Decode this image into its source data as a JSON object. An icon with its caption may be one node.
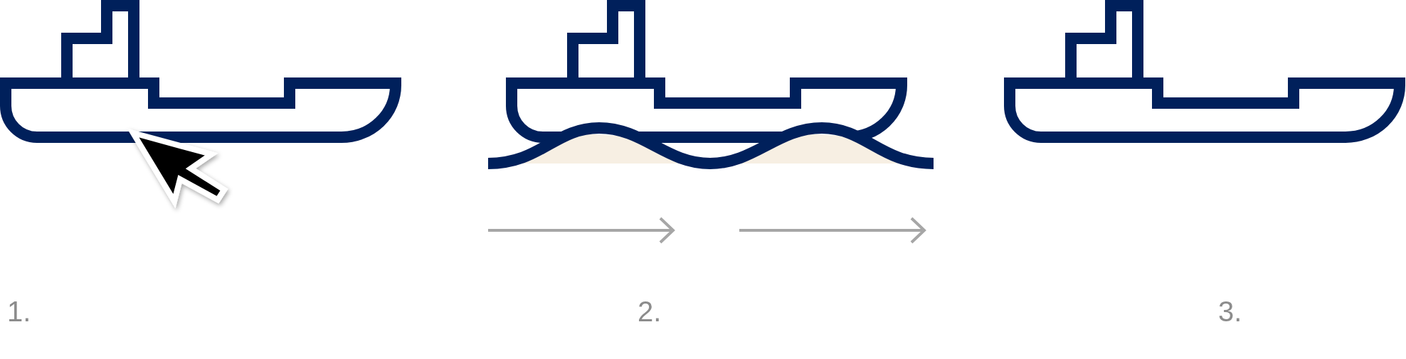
{
  "diagram": {
    "labels": [
      "1.",
      "2.",
      "3."
    ]
  }
}
